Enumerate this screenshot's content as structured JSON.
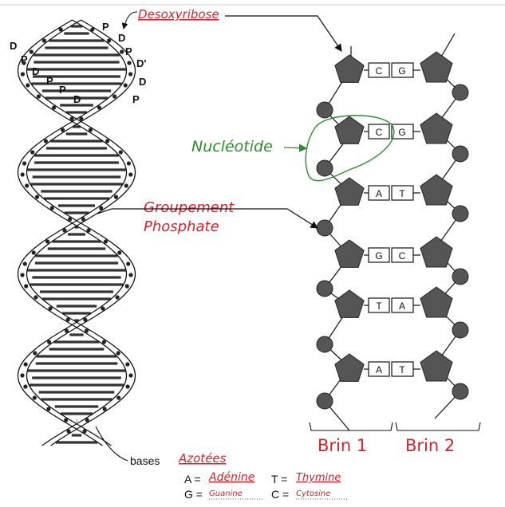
{
  "diagram": {
    "helix_labels": {
      "p": "P",
      "d": "D",
      "d_prime": "D'"
    },
    "annotations": {
      "desoxyribose": "Desoxyribose",
      "nucleotide": "Nucléotide",
      "groupement_line1": "Groupement",
      "groupement_line2": "Phosphate",
      "brin1": "Brin 1",
      "brin2": "Brin 2",
      "bases_printed": "bases",
      "azotees": "Azotées"
    },
    "legend": {
      "a_key": "A =",
      "a_value": "Adénine",
      "t_key": "T =",
      "t_value": "Thymine",
      "g_key": "G =",
      "g_value": "Guanine",
      "c_key": "C =",
      "c_value": "Cytosine"
    },
    "base_pairs": [
      {
        "left": "C",
        "right": "G"
      },
      {
        "left": "C",
        "right": "G"
      },
      {
        "left": "A",
        "right": "T"
      },
      {
        "left": "G",
        "right": "C"
      },
      {
        "left": "T",
        "right": "A"
      },
      {
        "left": "A",
        "right": "T"
      }
    ],
    "colors": {
      "red_ink": "#d2232a",
      "green_ink": "#2e8b2e",
      "structure_gray": "#555555",
      "line_black": "#111111"
    }
  }
}
